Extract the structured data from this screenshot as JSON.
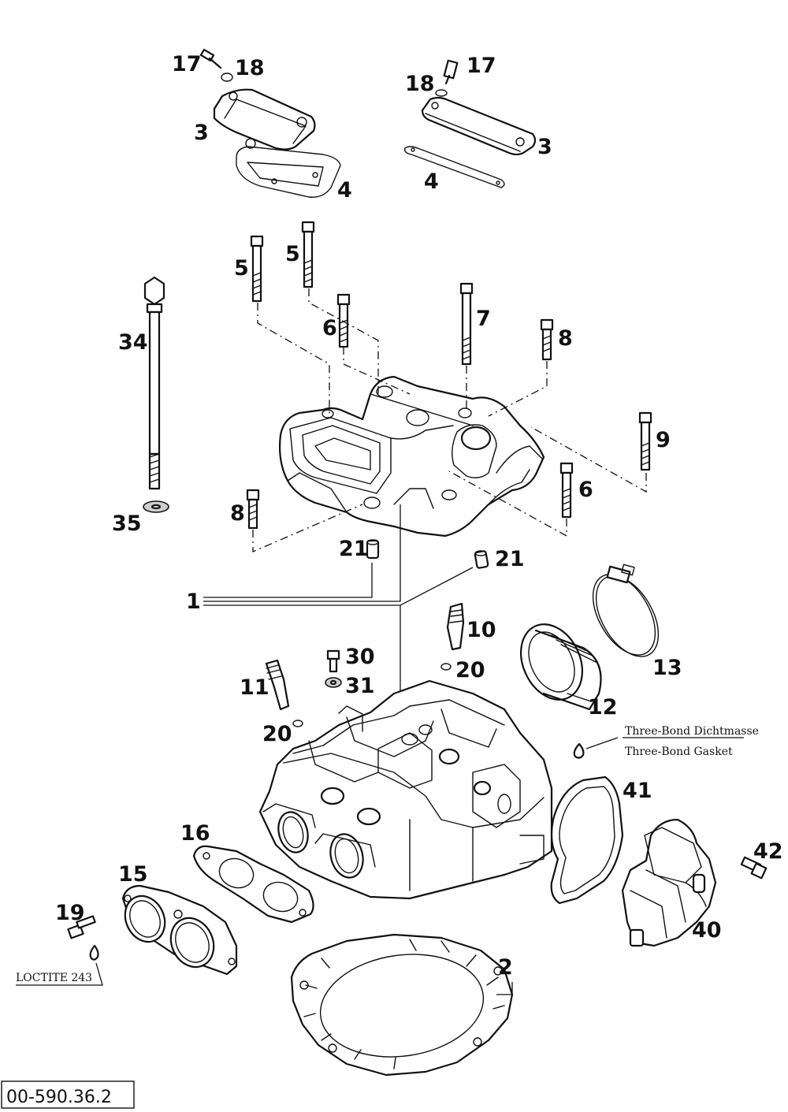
{
  "callouts": {
    "n17a": "17",
    "n18a": "18",
    "n3a": "3",
    "n4a": "4",
    "n17b": "17",
    "n18b": "18",
    "n3b": "3",
    "n4b": "4",
    "n5a": "5",
    "n5b": "5",
    "n6a": "6",
    "n7": "7",
    "n8a": "8",
    "n9": "9",
    "n34": "34",
    "n35": "35",
    "n8b": "8",
    "n6b": "6",
    "n21a": "21",
    "n21b": "21",
    "n1": "1",
    "n10": "10",
    "n30": "30",
    "n31": "31",
    "n20a": "20",
    "n11": "11",
    "n20b": "20",
    "n13": "13",
    "n12": "12",
    "n41": "41",
    "n16": "16",
    "n15": "15",
    "n42": "42",
    "n19": "19",
    "n40": "40",
    "n2": "2"
  },
  "notes": {
    "sealant_de": "Three-Bond Dichtmasse",
    "sealant_en": "Three-Bond Gasket",
    "loctite": "LOCTITE 243"
  },
  "reference_number": "00-590.36.2"
}
